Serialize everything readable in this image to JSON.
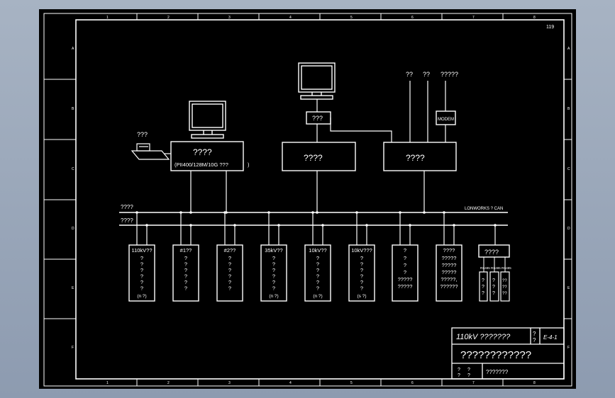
{
  "sheet": {
    "page_number": "119",
    "col_labels": [
      "1",
      "2",
      "3",
      "4",
      "5",
      "6",
      "7",
      "8"
    ],
    "row_labels": [
      "A",
      "B",
      "C",
      "D",
      "E",
      "F"
    ]
  },
  "devices": {
    "printer_label": "???",
    "pc1_label": "????",
    "pc1_sub": "(PII400/128M/10G ???",
    "pc1_paren": ")",
    "pc2_box": "???",
    "pc2_label": "????",
    "pc3_label": "????",
    "line1": "??",
    "line2": "??",
    "line3": "?????",
    "modem": "MODEM"
  },
  "bus": {
    "bus1": "????",
    "bus2": "????",
    "tag": "LONWORKS ? CAN"
  },
  "units": [
    {
      "title": "110kV??",
      "lines": [
        "?",
        "?",
        "?",
        "?",
        "?",
        "?"
      ],
      "foot": "(n ?)"
    },
    {
      "title": "#1??",
      "lines": [
        "?",
        "?",
        "?",
        "?",
        "?",
        "?"
      ],
      "foot": ""
    },
    {
      "title": "#2??",
      "lines": [
        "?",
        "?",
        "?",
        "?",
        "?",
        "?"
      ],
      "foot": ""
    },
    {
      "title": "35kV??",
      "lines": [
        "?",
        "?",
        "?",
        "?",
        "?",
        "?"
      ],
      "foot": "(n ?)"
    },
    {
      "title": "10kV??",
      "lines": [
        "?",
        "?",
        "?",
        "?",
        "?",
        "?"
      ],
      "foot": "(n ?)"
    },
    {
      "title": "10kV???",
      "lines": [
        "?",
        "?",
        "?",
        "?",
        "?",
        "?"
      ],
      "foot": "(s ?)"
    },
    {
      "title": "?",
      "lines": [
        "?",
        "?",
        "?",
        "?????",
        "?????"
      ],
      "foot": ""
    },
    {
      "title": "????",
      "lines": [
        "?????",
        "?????",
        "?????",
        "?????,",
        "??????"
      ],
      "foot": ""
    }
  ],
  "rs485": {
    "box": "????",
    "tags": [
      "RS485",
      "RS485",
      "RS485"
    ],
    "col1": [
      "?",
      "?",
      "?"
    ],
    "col2": [
      "?",
      "?",
      "?"
    ],
    "col3": [
      "??",
      "??",
      "??"
    ]
  },
  "title_block": {
    "drawing_title": "110kV ???????",
    "qmark": "?",
    "qmark2": "?",
    "code": "E-4-1",
    "main_title": "????????????",
    "small1": "?",
    "small2": "?",
    "small3": "?",
    "small4": "?",
    "footer": "???????"
  },
  "colors": {
    "background": "#000000",
    "lines": "#ffffff",
    "frame": "#a7b3c3"
  }
}
